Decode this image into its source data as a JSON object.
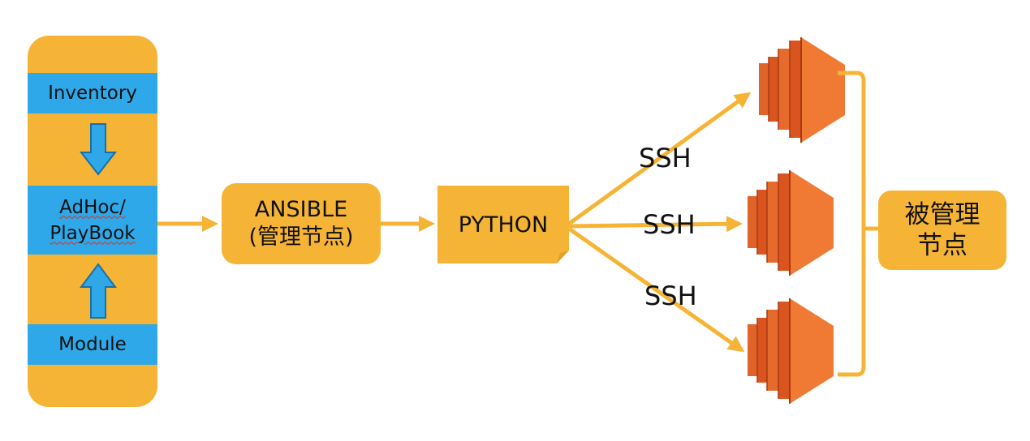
{
  "pipeline": {
    "inventory_label": "Inventory",
    "adhoc_line1": "AdHoc/",
    "adhoc_line2": "PlayBook",
    "module_label": "Module"
  },
  "ansible": {
    "line1": "ANSIBLE",
    "line2": "(管理节点)"
  },
  "python": {
    "label": "PYTHON"
  },
  "connections": {
    "ssh_top": "SSH",
    "ssh_middle": "SSH",
    "ssh_bottom": "SSH"
  },
  "managed": {
    "line1": "被管理",
    "line2": "节点"
  },
  "colors": {
    "orange_box": "#F6B436",
    "blue_band": "#2EA8E9",
    "server_front": "#F07A34",
    "server_side": "#D9541F",
    "server_edge": "#A93A10",
    "arrow": "#F6B436"
  },
  "icons": {
    "servers": "server-stack-icon",
    "down_arrow": "down-arrow-icon",
    "up_arrow": "up-arrow-icon"
  }
}
